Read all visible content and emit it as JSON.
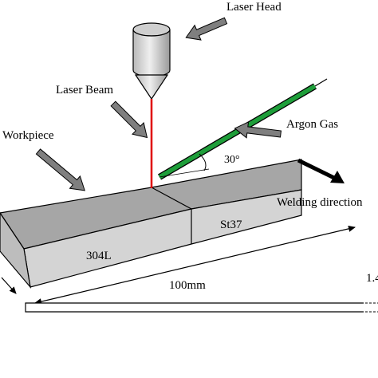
{
  "diagram": {
    "labels": {
      "laser_head": "Laser Head",
      "laser_beam": "Laser Beam",
      "workpiece": "Workpiece",
      "argon_gas": "Argon Gas",
      "angle": "30°",
      "welding_direction": "Welding direction",
      "material_left": "304L",
      "material_right": "St37",
      "length": "100mm",
      "thickness_partial": "1.4"
    },
    "colors": {
      "beam": "#e00000",
      "gas_nozzle": "#1e9e3a",
      "plate_top": "#a6a6a6",
      "plate_front": "#d4d4d4",
      "plate_side": "#bdbdbd",
      "laser_head": "#d9d9d9",
      "arrow_fill": "#7f7f7f"
    }
  }
}
